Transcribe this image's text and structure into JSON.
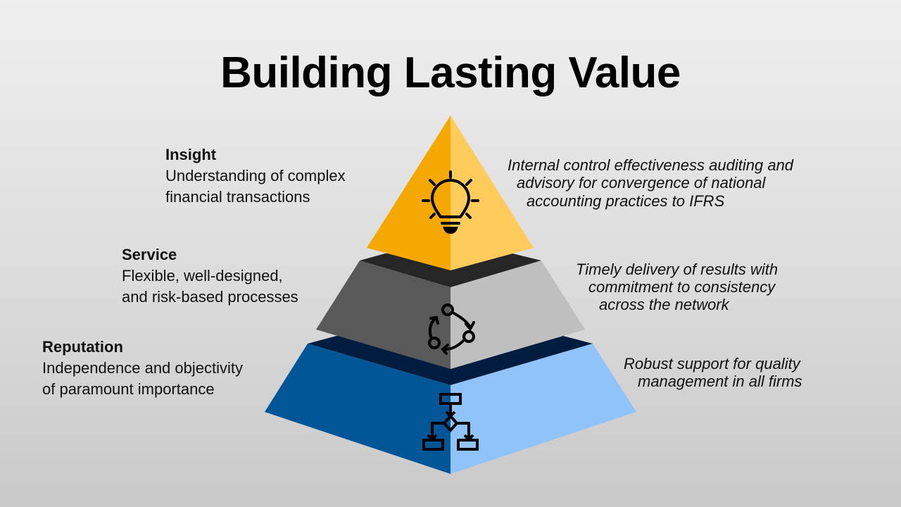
{
  "title": "Building Lasting Value",
  "tiers": [
    {
      "name": "Insight",
      "description_lines": [
        "Understanding of complex",
        "financial transactions"
      ],
      "detail_lines": [
        "Internal control effectiveness auditing and",
        "advisory for convergence of national",
        "accounting practices to IFRS"
      ],
      "icon": "lightbulb-icon",
      "colors": {
        "left": "#f5a800",
        "right": "#ffcb5c",
        "shelf": "#262626"
      }
    },
    {
      "name": "Service",
      "description_lines": [
        "Flexible, well-designed,",
        "and risk-based processes"
      ],
      "detail_lines": [
        "Timely delivery of results with",
        "commitment to consistency",
        "across the network"
      ],
      "icon": "cycle-icon",
      "colors": {
        "left": "#595959",
        "right": "#bfbfbf",
        "shelf": "#001d40"
      }
    },
    {
      "name": "Reputation",
      "description_lines": [
        "Independence and objectivity",
        "of paramount importance"
      ],
      "detail_lines": [
        "Robust support for quality",
        "management in all firms"
      ],
      "icon": "flowchart-icon",
      "colors": {
        "left": "#005596",
        "right": "#91c3fb"
      }
    }
  ]
}
